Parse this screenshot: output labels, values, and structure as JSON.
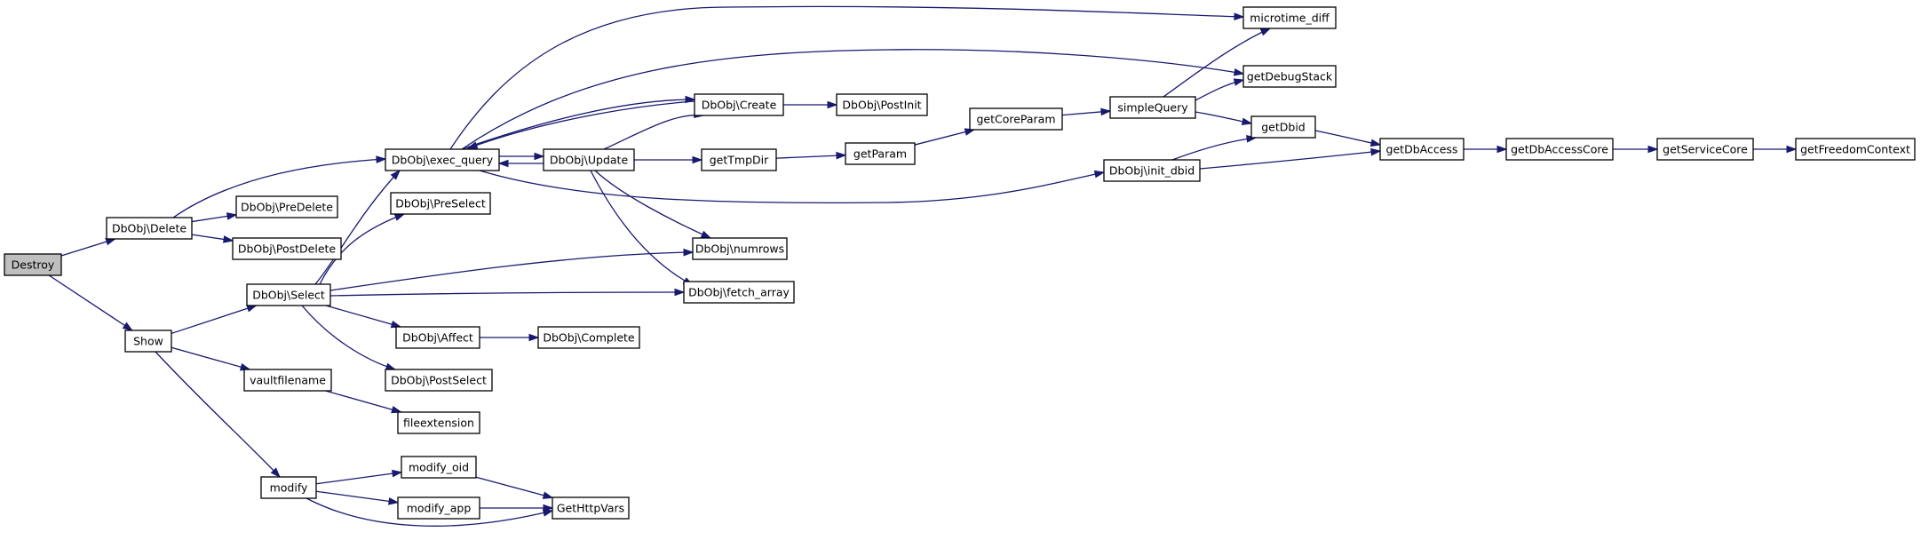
{
  "graph": {
    "edge_color": "#191970",
    "root_fill": "#bfbfbf",
    "nodes": [
      {
        "id": "destroy",
        "label": "Destroy",
        "root": true
      },
      {
        "id": "delete",
        "label": "DbObj\\Delete"
      },
      {
        "id": "show",
        "label": "Show"
      },
      {
        "id": "exec_query",
        "label": "DbObj\\exec_query"
      },
      {
        "id": "predelete",
        "label": "DbObj\\PreDelete"
      },
      {
        "id": "postdelete",
        "label": "DbObj\\PostDelete"
      },
      {
        "id": "update",
        "label": "DbObj\\Update"
      },
      {
        "id": "create",
        "label": "DbObj\\Create"
      },
      {
        "id": "postinit",
        "label": "DbObj\\PostInit"
      },
      {
        "id": "gettmpdir",
        "label": "getTmpDir"
      },
      {
        "id": "getparam",
        "label": "getParam"
      },
      {
        "id": "getcoreparam",
        "label": "getCoreParam"
      },
      {
        "id": "simplequery",
        "label": "simpleQuery"
      },
      {
        "id": "microtime",
        "label": "microtime_diff"
      },
      {
        "id": "getdebugstack",
        "label": "getDebugStack"
      },
      {
        "id": "getdbid",
        "label": "getDbid"
      },
      {
        "id": "init_dbid",
        "label": "DbObj\\init_dbid"
      },
      {
        "id": "getdbaccess",
        "label": "getDbAccess"
      },
      {
        "id": "getdbaccesscore",
        "label": "getDbAccessCore"
      },
      {
        "id": "getservicecore",
        "label": "getServiceCore"
      },
      {
        "id": "getfreedomcontext",
        "label": "getFreedomContext"
      },
      {
        "id": "preselect",
        "label": "DbObj\\PreSelect"
      },
      {
        "id": "select",
        "label": "DbObj\\Select"
      },
      {
        "id": "numrows",
        "label": "DbObj\\numrows"
      },
      {
        "id": "fetch_array",
        "label": "DbObj\\fetch_array"
      },
      {
        "id": "affect",
        "label": "DbObj\\Affect"
      },
      {
        "id": "complete",
        "label": "DbObj\\Complete"
      },
      {
        "id": "postselect",
        "label": "DbObj\\PostSelect"
      },
      {
        "id": "vaultfilename",
        "label": "vaultfilename"
      },
      {
        "id": "fileextension",
        "label": "fileextension"
      },
      {
        "id": "modify",
        "label": "modify"
      },
      {
        "id": "modify_oid",
        "label": "modify_oid"
      },
      {
        "id": "modify_app",
        "label": "modify_app"
      },
      {
        "id": "gethttpvars",
        "label": "GetHttpVars"
      }
    ],
    "edges": [
      {
        "from": "destroy",
        "to": "delete"
      },
      {
        "from": "destroy",
        "to": "show"
      },
      {
        "from": "delete",
        "to": "exec_query"
      },
      {
        "from": "delete",
        "to": "predelete"
      },
      {
        "from": "delete",
        "to": "postdelete"
      },
      {
        "from": "exec_query",
        "to": "microtime"
      },
      {
        "from": "exec_query",
        "to": "getdebugstack"
      },
      {
        "from": "exec_query",
        "to": "create"
      },
      {
        "from": "exec_query",
        "to": "update"
      },
      {
        "from": "exec_query",
        "to": "init_dbid"
      },
      {
        "from": "create",
        "to": "exec_query"
      },
      {
        "from": "create",
        "to": "postinit"
      },
      {
        "from": "update",
        "to": "exec_query"
      },
      {
        "from": "update",
        "to": "create"
      },
      {
        "from": "update",
        "to": "gettmpdir"
      },
      {
        "from": "update",
        "to": "numrows"
      },
      {
        "from": "update",
        "to": "fetch_array"
      },
      {
        "from": "gettmpdir",
        "to": "getparam"
      },
      {
        "from": "getparam",
        "to": "getcoreparam"
      },
      {
        "from": "getcoreparam",
        "to": "simplequery"
      },
      {
        "from": "simplequery",
        "to": "microtime"
      },
      {
        "from": "simplequery",
        "to": "getdebugstack"
      },
      {
        "from": "simplequery",
        "to": "getdbid"
      },
      {
        "from": "init_dbid",
        "to": "getdbid"
      },
      {
        "from": "init_dbid",
        "to": "getdbaccess"
      },
      {
        "from": "getdbid",
        "to": "getdbaccess"
      },
      {
        "from": "getdbaccess",
        "to": "getdbaccesscore"
      },
      {
        "from": "getdbaccesscore",
        "to": "getservicecore"
      },
      {
        "from": "getservicecore",
        "to": "getfreedomcontext"
      },
      {
        "from": "show",
        "to": "select"
      },
      {
        "from": "show",
        "to": "vaultfilename"
      },
      {
        "from": "show",
        "to": "modify"
      },
      {
        "from": "select",
        "to": "exec_query"
      },
      {
        "from": "select",
        "to": "preselect"
      },
      {
        "from": "select",
        "to": "numrows"
      },
      {
        "from": "select",
        "to": "fetch_array"
      },
      {
        "from": "select",
        "to": "affect"
      },
      {
        "from": "select",
        "to": "postselect"
      },
      {
        "from": "affect",
        "to": "complete"
      },
      {
        "from": "vaultfilename",
        "to": "fileextension"
      },
      {
        "from": "modify",
        "to": "modify_oid"
      },
      {
        "from": "modify",
        "to": "modify_app"
      },
      {
        "from": "modify",
        "to": "gethttpvars"
      },
      {
        "from": "modify_oid",
        "to": "gethttpvars"
      },
      {
        "from": "modify_app",
        "to": "gethttpvars"
      }
    ]
  }
}
